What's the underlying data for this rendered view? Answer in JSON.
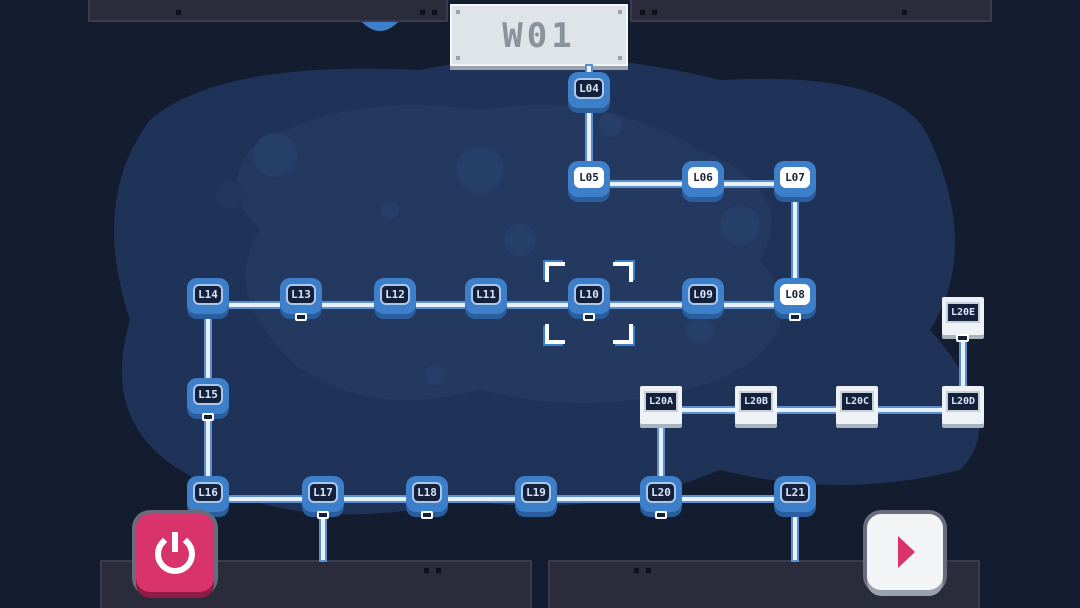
{
  "world": {
    "title": "W01"
  },
  "levels": [
    {
      "id": "L04",
      "label": "L04",
      "status": "unlocked",
      "flag": false
    },
    {
      "id": "L05",
      "label": "L05",
      "status": "completed",
      "flag": false
    },
    {
      "id": "L06",
      "label": "L06",
      "status": "completed",
      "flag": false
    },
    {
      "id": "L07",
      "label": "L07",
      "status": "completed",
      "flag": false
    },
    {
      "id": "L08",
      "label": "L08",
      "status": "completed",
      "flag": true
    },
    {
      "id": "L09",
      "label": "L09",
      "status": "unlocked",
      "flag": false
    },
    {
      "id": "L10",
      "label": "L10",
      "status": "unlocked",
      "flag": true,
      "selected": true
    },
    {
      "id": "L11",
      "label": "L11",
      "status": "unlocked",
      "flag": false
    },
    {
      "id": "L12",
      "label": "L12",
      "status": "unlocked",
      "flag": false
    },
    {
      "id": "L13",
      "label": "L13",
      "status": "unlocked",
      "flag": true
    },
    {
      "id": "L14",
      "label": "L14",
      "status": "unlocked",
      "flag": false
    },
    {
      "id": "L15",
      "label": "L15",
      "status": "unlocked",
      "flag": true
    },
    {
      "id": "L16",
      "label": "L16",
      "status": "unlocked",
      "flag": false
    },
    {
      "id": "L17",
      "label": "L17",
      "status": "unlocked",
      "flag": true
    },
    {
      "id": "L18",
      "label": "L18",
      "status": "unlocked",
      "flag": true
    },
    {
      "id": "L19",
      "label": "L19",
      "status": "unlocked",
      "flag": false
    },
    {
      "id": "L20",
      "label": "L20",
      "status": "unlocked",
      "flag": true
    },
    {
      "id": "L21",
      "label": "L21",
      "status": "unlocked",
      "flag": false
    }
  ],
  "bonus_levels": [
    {
      "id": "L20A",
      "label": "L20A",
      "flag": false
    },
    {
      "id": "L20B",
      "label": "L20B",
      "flag": false
    },
    {
      "id": "L20C",
      "label": "L20C",
      "flag": false
    },
    {
      "id": "L20D",
      "label": "L20D",
      "flag": false
    },
    {
      "id": "L20E",
      "label": "L20E",
      "flag": true
    }
  ],
  "buttons": {
    "power": {
      "icon": "power-icon",
      "color": "#d8336a"
    },
    "play": {
      "icon": "play-icon",
      "color": "#f2f4f6",
      "icon_color": "#d8336a"
    }
  },
  "colors": {
    "background": "#141c30",
    "node": "#3d7fc9",
    "path": "#e8f0fb",
    "panel": "#2a2b3b"
  }
}
